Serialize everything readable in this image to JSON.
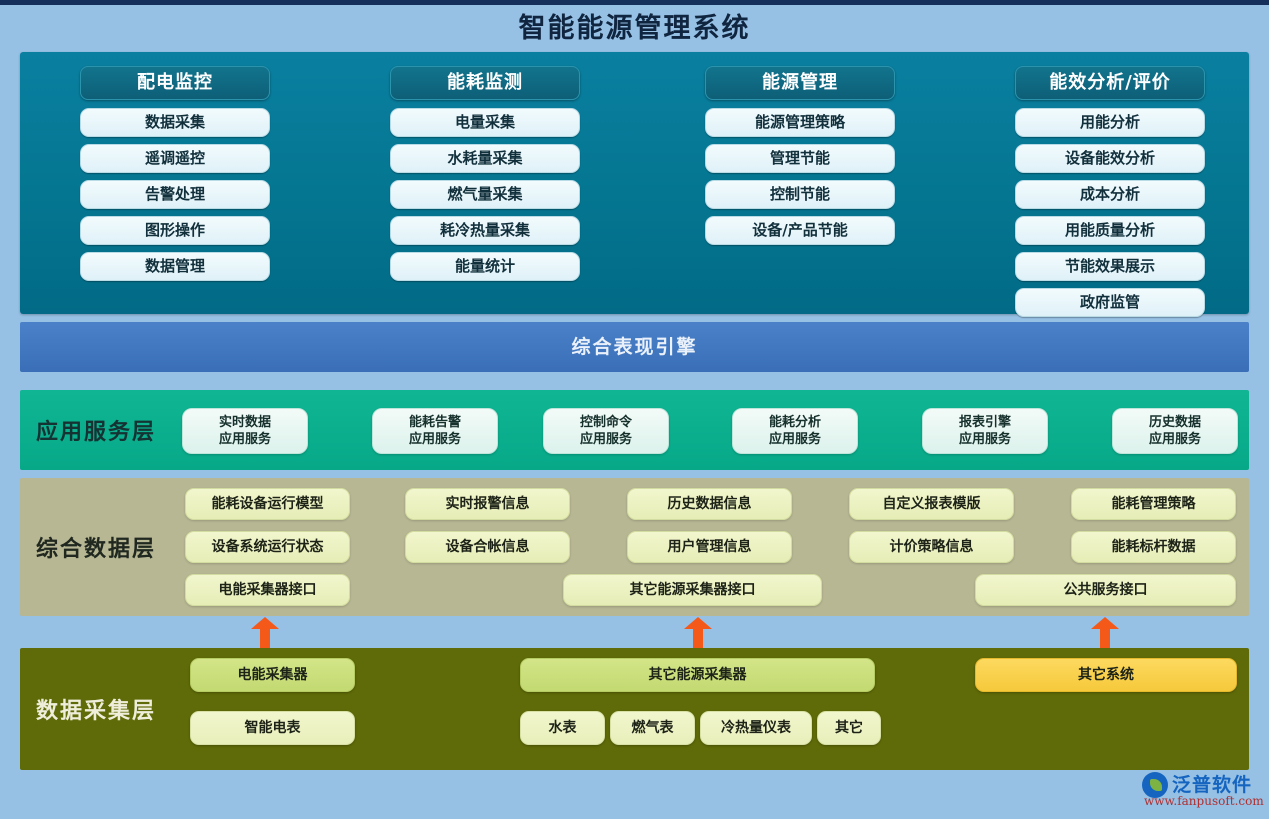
{
  "page": {
    "title": "智能能源管理系统",
    "background_color": "#96c0e4",
    "top_strip_color": "#15305a"
  },
  "function_panel": {
    "background_color": "#047691",
    "columns": [
      {
        "header": "配电监控",
        "items": [
          "数据采集",
          "遥调遥控",
          "告警处理",
          "图形操作",
          "数据管理"
        ]
      },
      {
        "header": "能耗监测",
        "items": [
          "电量采集",
          "水耗量采集",
          "燃气量采集",
          "耗冷热量采集",
          "能量统计"
        ]
      },
      {
        "header": "能源管理",
        "items": [
          "能源管理策略",
          "管理节能",
          "控制节能",
          "设备/产品节能"
        ]
      },
      {
        "header": "能效分析/评价",
        "items": [
          "用能分析",
          "设备能效分析",
          "成本分析",
          "用能质量分析",
          "节能效果展示",
          "政府监管"
        ]
      }
    ]
  },
  "engine_bar": {
    "label": "综合表现引擎",
    "background_color": "#3a6fb8"
  },
  "application_layer": {
    "title": "应用服务层",
    "background_color": "#0fb28f",
    "services": [
      {
        "line1": "实时数据",
        "line2": "应用服务"
      },
      {
        "line1": "能耗告警",
        "line2": "应用服务"
      },
      {
        "line1": "控制命令",
        "line2": "应用服务"
      },
      {
        "line1": "能耗分析",
        "line2": "应用服务"
      },
      {
        "line1": "报表引擎",
        "line2": "应用服务"
      },
      {
        "line1": "历史数据",
        "line2": "应用服务"
      }
    ]
  },
  "data_layer": {
    "title": "综合数据层",
    "background_color": "#b7b794",
    "row1": [
      "能耗设备运行模型",
      "实时报警信息",
      "历史数据信息",
      "自定义报表模版",
      "能耗管理策略"
    ],
    "row2": [
      "设备系统运行状态",
      "设备合帐信息",
      "用户管理信息",
      "计价策略信息",
      "能耗标杆数据"
    ],
    "interfaces": [
      "电能采集器接口",
      "其它能源采集器接口",
      "公共服务接口"
    ]
  },
  "acquisition_layer": {
    "title": "数据采集层",
    "background_color": "#5f6b08",
    "collectors": [
      {
        "label": "电能采集器",
        "color": "green"
      },
      {
        "label": "其它能源采集器",
        "color": "green"
      },
      {
        "label": "其它系统",
        "color": "gold"
      }
    ],
    "devices_left": [
      "智能电表"
    ],
    "devices_mid": [
      "水表",
      "燃气表",
      "冷热量仪表",
      "其它"
    ]
  },
  "arrows": {
    "color": "#f4591a",
    "count": 3,
    "type": "double-headed-vertical"
  },
  "logo": {
    "name": "泛普软件",
    "url": "www.fanpusoft.com"
  }
}
